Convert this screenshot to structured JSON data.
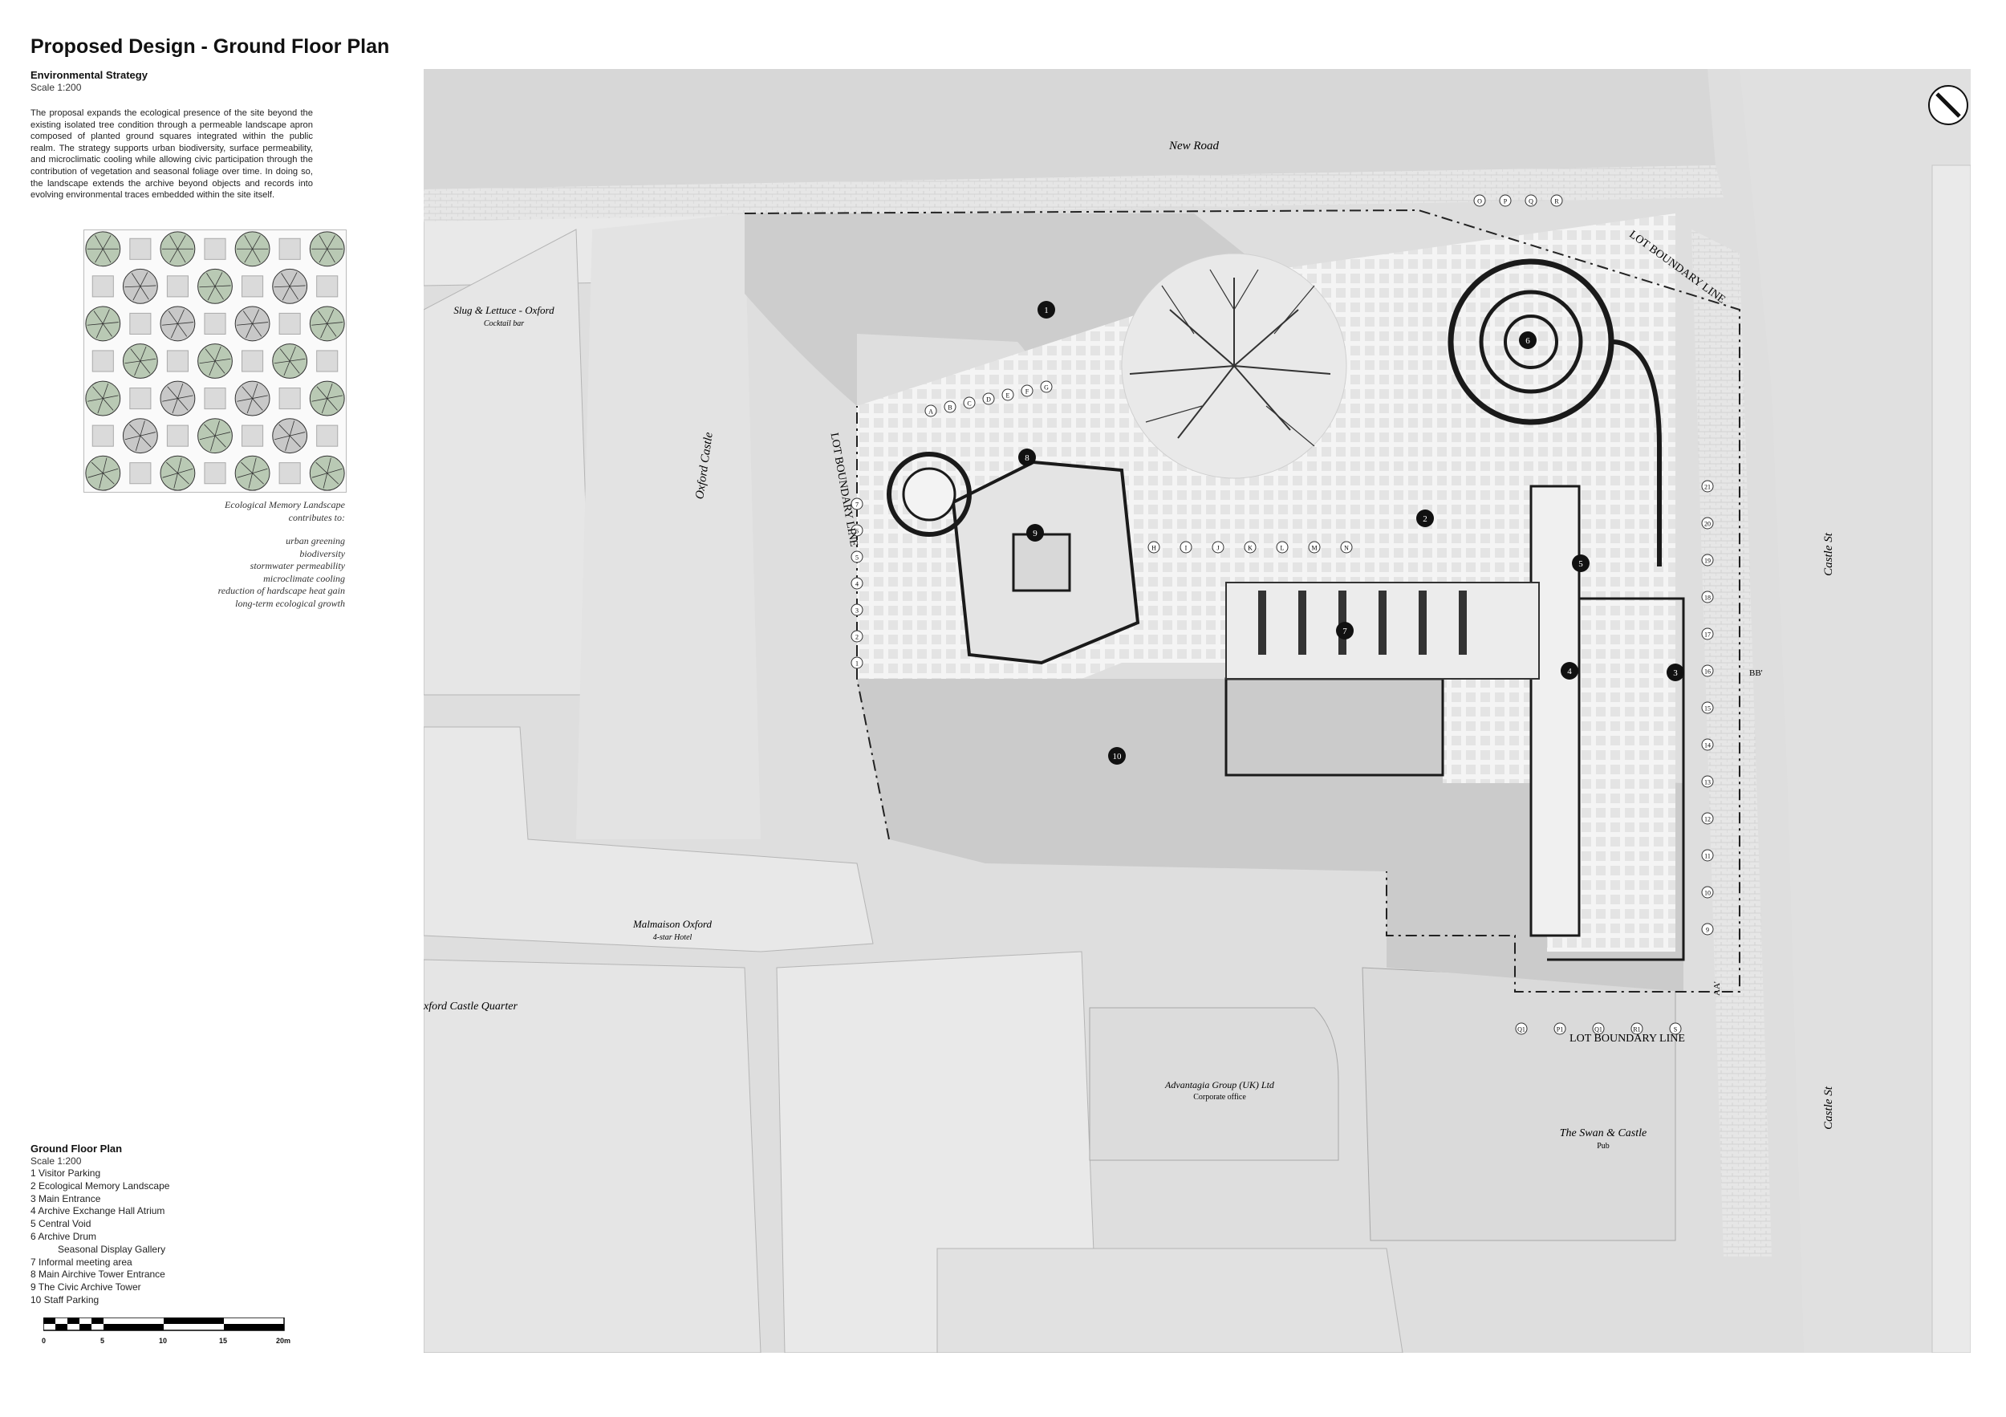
{
  "sheet": {
    "title": "Proposed Design - Ground Floor Plan",
    "env_heading": "Environmental Strategy",
    "env_scale": "Scale 1:200",
    "env_text": "The proposal expands the ecological presence of the site beyond the existing isolated tree condition through a permeable landscape apron composed of planted ground squares integrated within the public realm. The strategy supports urban biodiversity, surface permeability, and microclimatic cooling while allowing civic participation through the contribution of vegetation and seasonal foliage over time. In doing so, the landscape extends the archive beyond objects and records into evolving environmental traces embedded within the site itself.",
    "eco_title": "Ecological Memory Landscape",
    "eco_contributes": "contributes to:",
    "eco_items": [
      "urban greening",
      "biodiversity",
      "stormwater permeability",
      "microclimate cooling",
      "reduction of hardscape heat gain",
      "long-term ecological growth"
    ],
    "plan_heading": "Ground Floor Plan",
    "plan_scale": "Scale 1:200",
    "legend": [
      "1   Visitor Parking",
      "2   Ecological Memory Landscape",
      "3   Main Entrance",
      "4   Archive Exchange Hall Atrium",
      "5   Central Void",
      "6   Archive Drum",
      "Seasonal Display Gallery",
      "7   Informal meeting area",
      "8   Main Airchive Tower Entrance",
      "9   The Civic Archive Tower",
      "10 Staff Parking"
    ],
    "scalebar_labels": [
      "0",
      "5",
      "10",
      "15",
      "20m"
    ]
  },
  "plan": {
    "road_new": "New Road",
    "road_castle_1": "Castle St",
    "road_castle_2": "Castle St",
    "road_oxford": "Oxford Castle",
    "lot_boundary_1": "LOT BOUNDARY LINE",
    "lot_boundary_2": "LOT BOUNDARY LINE",
    "lot_boundary_3": "LOT BOUNDARY LINE",
    "bldg_slug": "Slug & Lettuce - Oxford",
    "bldg_slug_sub": "Cocktail bar",
    "bldg_malmaison": "Malmaison Oxford",
    "bldg_malmaison_sub": "4-star Hotel",
    "bldg_castle_quarter": "xford Castle Quarter",
    "bldg_advantagia": "Advantagia Group (UK) Ltd",
    "bldg_advantagia_sub": "Corporate office",
    "bldg_swan": "The Swan & Castle",
    "bldg_swan_sub": "Pub",
    "markers": [
      "1",
      "2",
      "3",
      "4",
      "5",
      "6",
      "7",
      "8",
      "9",
      "10"
    ],
    "grid_top": [
      "O",
      "P",
      "Q",
      "R"
    ],
    "grid_mid": [
      "A",
      "B",
      "C",
      "D",
      "E",
      "F",
      "G"
    ],
    "grid_hn": [
      "H",
      "I",
      "J",
      "K",
      "L",
      "M",
      "N"
    ],
    "grid_bottom": [
      "Q1",
      "P1",
      "Q1",
      "R1",
      "S"
    ],
    "grid_left": [
      "7",
      "6",
      "5",
      "4",
      "3",
      "2",
      "1"
    ],
    "grid_right": [
      "21",
      "20",
      "19",
      "18",
      "17",
      "16",
      "15",
      "14",
      "13",
      "12",
      "11",
      "10",
      "9"
    ],
    "section_bb": "BB'",
    "section_aa": "AA'"
  }
}
